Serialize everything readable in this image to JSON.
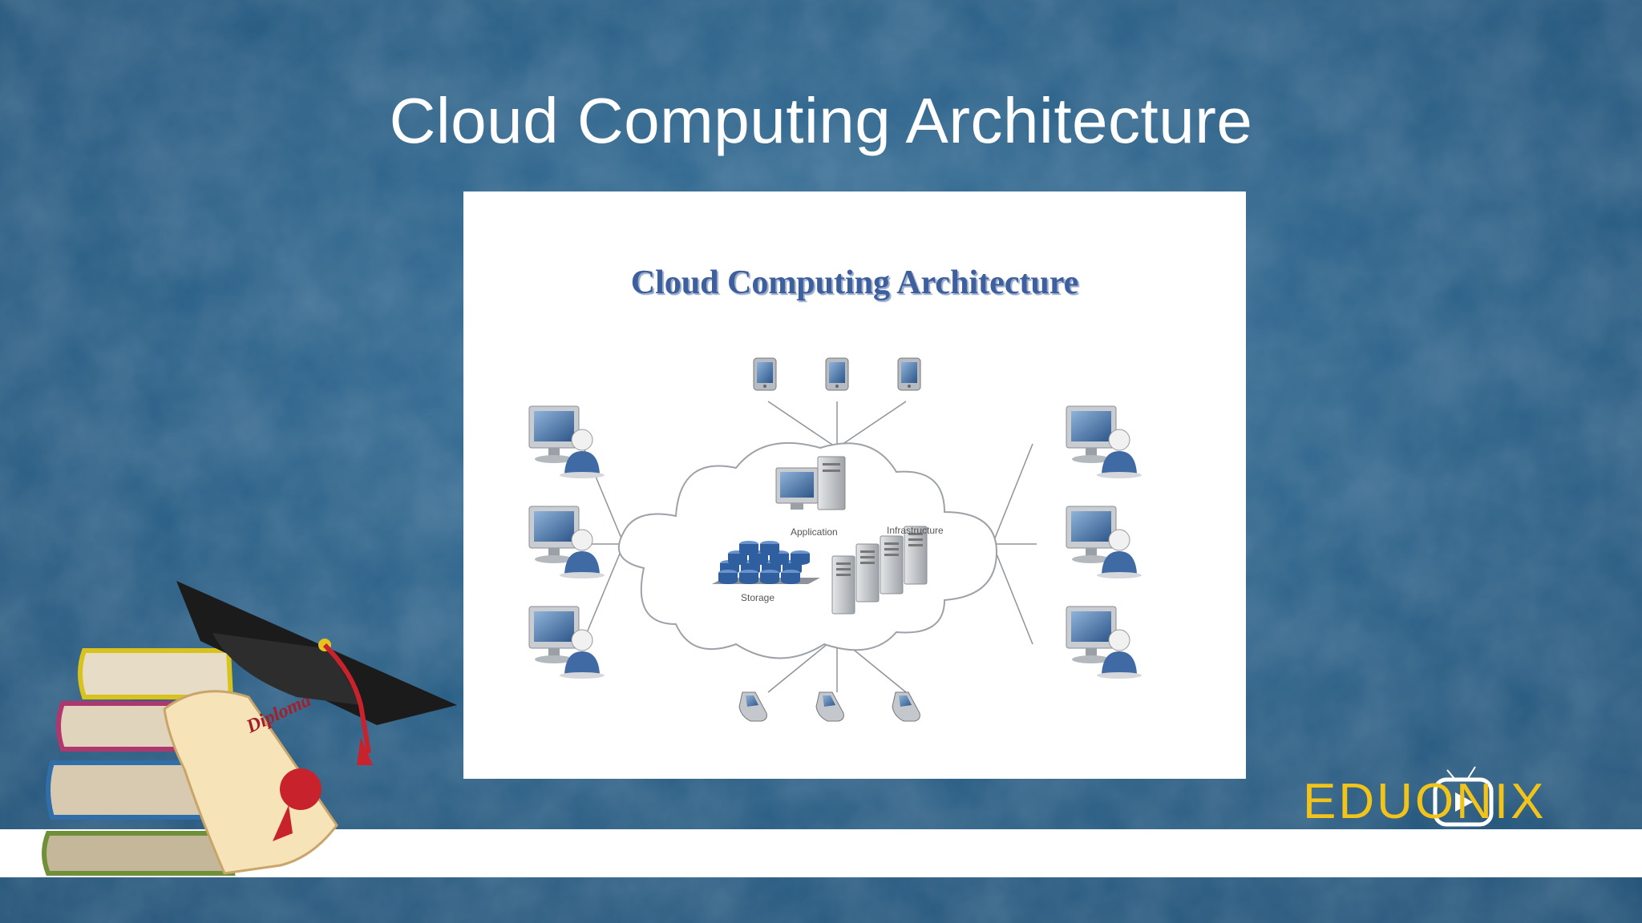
{
  "slide": {
    "title": "Cloud Computing Architecture"
  },
  "diagram": {
    "title": "Cloud Computing Architecture",
    "labels": {
      "application": "Application",
      "infrastructure": "Infrastructure",
      "storage": "Storage"
    }
  },
  "clipart": {
    "diploma_text": "Diploma"
  },
  "logo": {
    "text": "EDUONIX"
  },
  "colors": {
    "background": "#2a5f86",
    "logo": "#f2c318",
    "diagram_title": "#3d5f9e"
  }
}
